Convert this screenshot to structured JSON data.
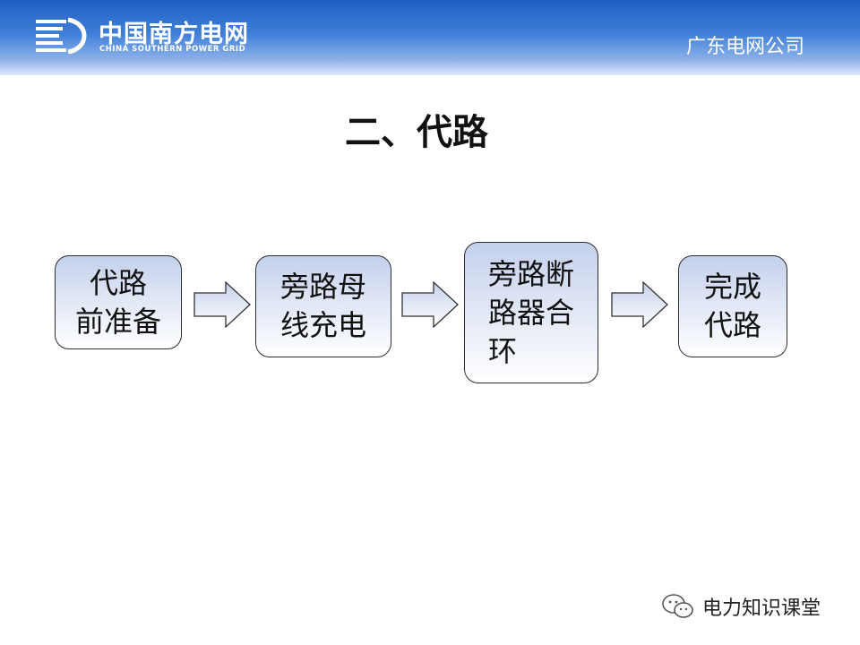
{
  "header": {
    "logo_cn": "中国南方电网",
    "logo_en": "CHINA SOUTHERN POWER GRID",
    "company": "广东电网公司"
  },
  "slide_title": "二、代路",
  "flow": [
    {
      "lines": [
        "代路",
        "前准备"
      ]
    },
    {
      "lines": [
        "旁路母",
        "线充电"
      ]
    },
    {
      "lines": [
        "旁路断",
        "路器合",
        "环"
      ]
    },
    {
      "lines": [
        "完成",
        "代路"
      ]
    }
  ],
  "footer": {
    "label": "电力知识课堂",
    "icon": "wechat-icon"
  },
  "colors": {
    "header": "#2f6fd0",
    "box_top": "#c4d1ec",
    "arrow_top": "#c4d1ec"
  }
}
